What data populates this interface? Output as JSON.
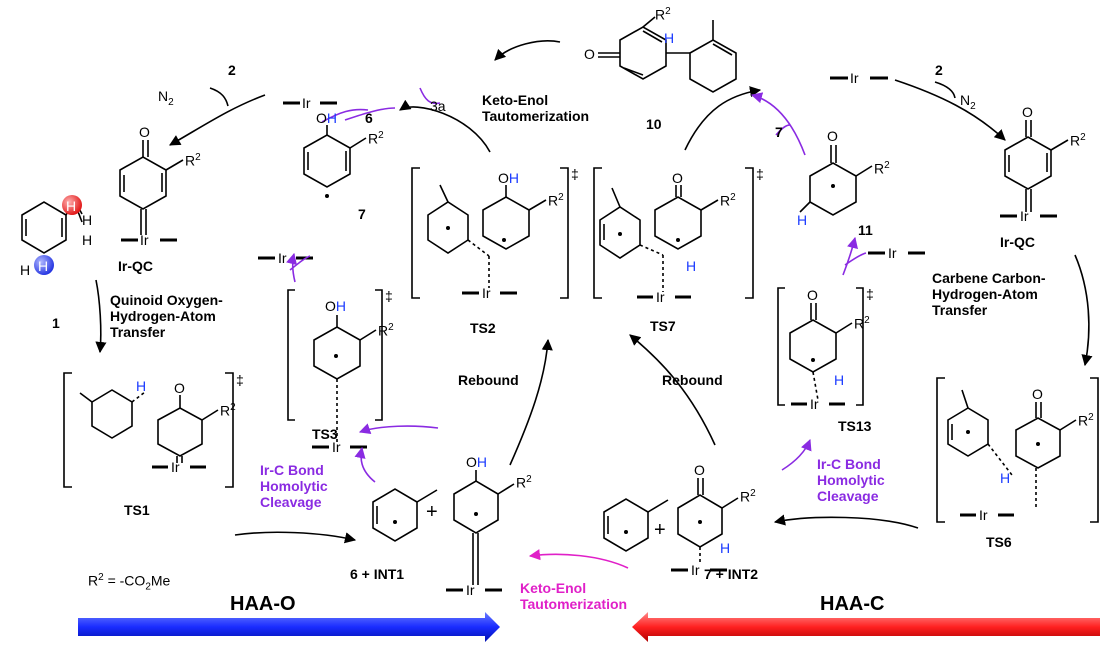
{
  "colors": {
    "purple": "#8a2be2",
    "magenta": "#e020c8",
    "blue_arrow": "#1a2cff",
    "red_arrow": "#ff2020",
    "h_blue": "#1a3aff",
    "h_red": "#ff2a2a"
  },
  "labels": {
    "ir": "Ir",
    "n2": "N",
    "n2_sub": "2",
    "two": "2",
    "three_a": "3a",
    "six": "6",
    "seven": "7",
    "ten": "10",
    "eleven": "11",
    "one": "1",
    "ir_qc": "Ir-QC",
    "ts1": "TS1",
    "ts2": "TS2",
    "ts3": "TS3",
    "ts6": "TS6",
    "ts7": "TS7",
    "ts13": "TS13",
    "r2": "R",
    "r2_sup": "2",
    "o": "O",
    "oh_o": "O",
    "oh_h": "H",
    "h": "H",
    "dagger": "‡",
    "rebound": "Rebound",
    "six_int1": "6 + INT1",
    "seven_int2": "7 + INT2",
    "plus": "+",
    "r2_def_a": "R",
    "r2_def_sup": "2",
    "r2_def_b": " = -CO",
    "r2_def_sub": "2",
    "r2_def_c": "Me",
    "haa_o": "HAA-O",
    "haa_c": "HAA-C"
  },
  "text_blocks": {
    "keto_enol_top": "Keto-Enol\nTautomerization",
    "quinoid": "Quinoid Oxygen-\nHydrogen-Atom\nTransfer",
    "carbene": "Carbene Carbon-\nHydrogen-Atom\nTransfer",
    "irc_left": "Ir-C Bond\nHomolytic\nCleavage",
    "irc_right": "Ir-C Bond\nHomolytic\nCleavage",
    "keto_enol_bottom": "Keto-Enol\nTautomerization"
  }
}
